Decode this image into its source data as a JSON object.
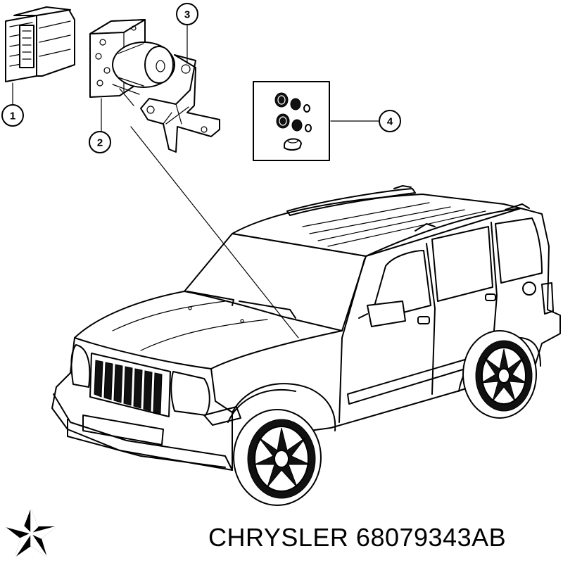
{
  "callouts": {
    "c1": "1",
    "c2": "2",
    "c3": "3",
    "c4": "4"
  },
  "caption": {
    "brand": "CHRYSLER",
    "part_number": "68079343AB"
  },
  "logo": {
    "icon": "chrysler-pentastar-icon",
    "color": "#000000"
  }
}
